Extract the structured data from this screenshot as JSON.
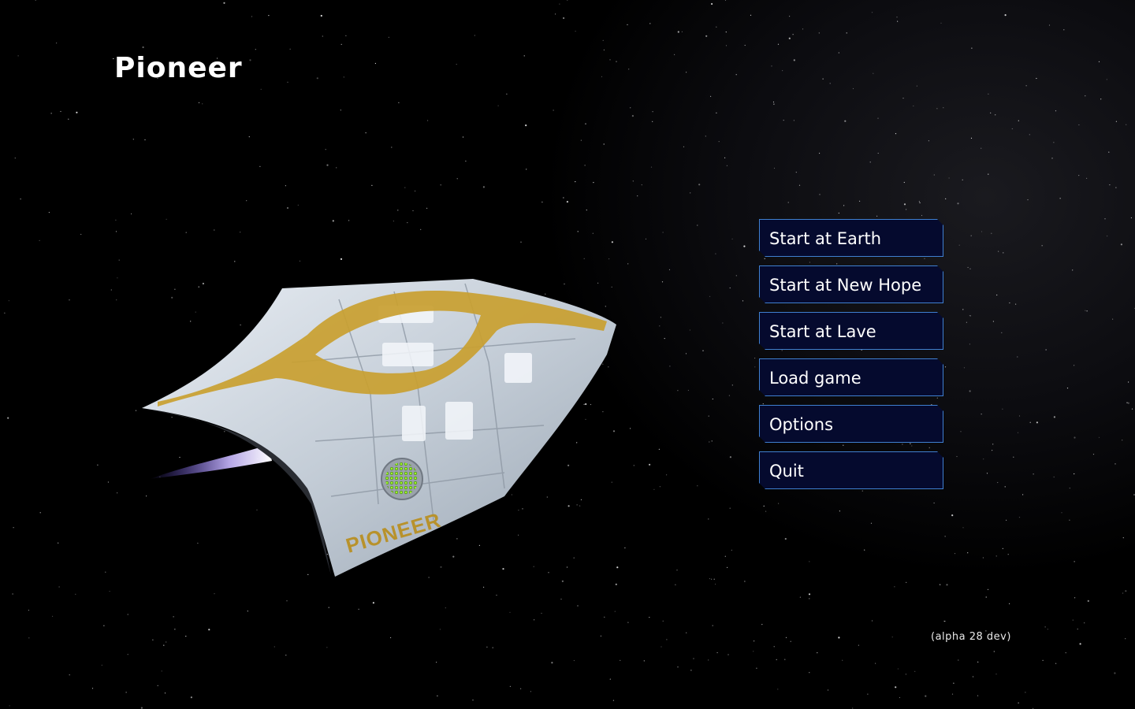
{
  "app": {
    "title": "Pioneer",
    "version": "(alpha 28 dev)"
  },
  "menu": {
    "items": [
      {
        "id": "start-earth",
        "label": "Start at Earth"
      },
      {
        "id": "start-new-hope",
        "label": "Start at New Hope"
      },
      {
        "id": "start-lave",
        "label": "Start at Lave"
      },
      {
        "id": "load-game",
        "label": "Load game"
      },
      {
        "id": "options",
        "label": "Options"
      },
      {
        "id": "quit",
        "label": "Quit"
      }
    ]
  },
  "ship": {
    "hull_text": "PIONEER"
  },
  "colors": {
    "button_fill": "#050a2e",
    "button_border": "#3f7fd0",
    "text": "#ffffff",
    "hull": "#c9d2dc",
    "hull_stripe": "#c9a030",
    "cockpit": "#7cdc28",
    "thruster": "#b49cff"
  }
}
